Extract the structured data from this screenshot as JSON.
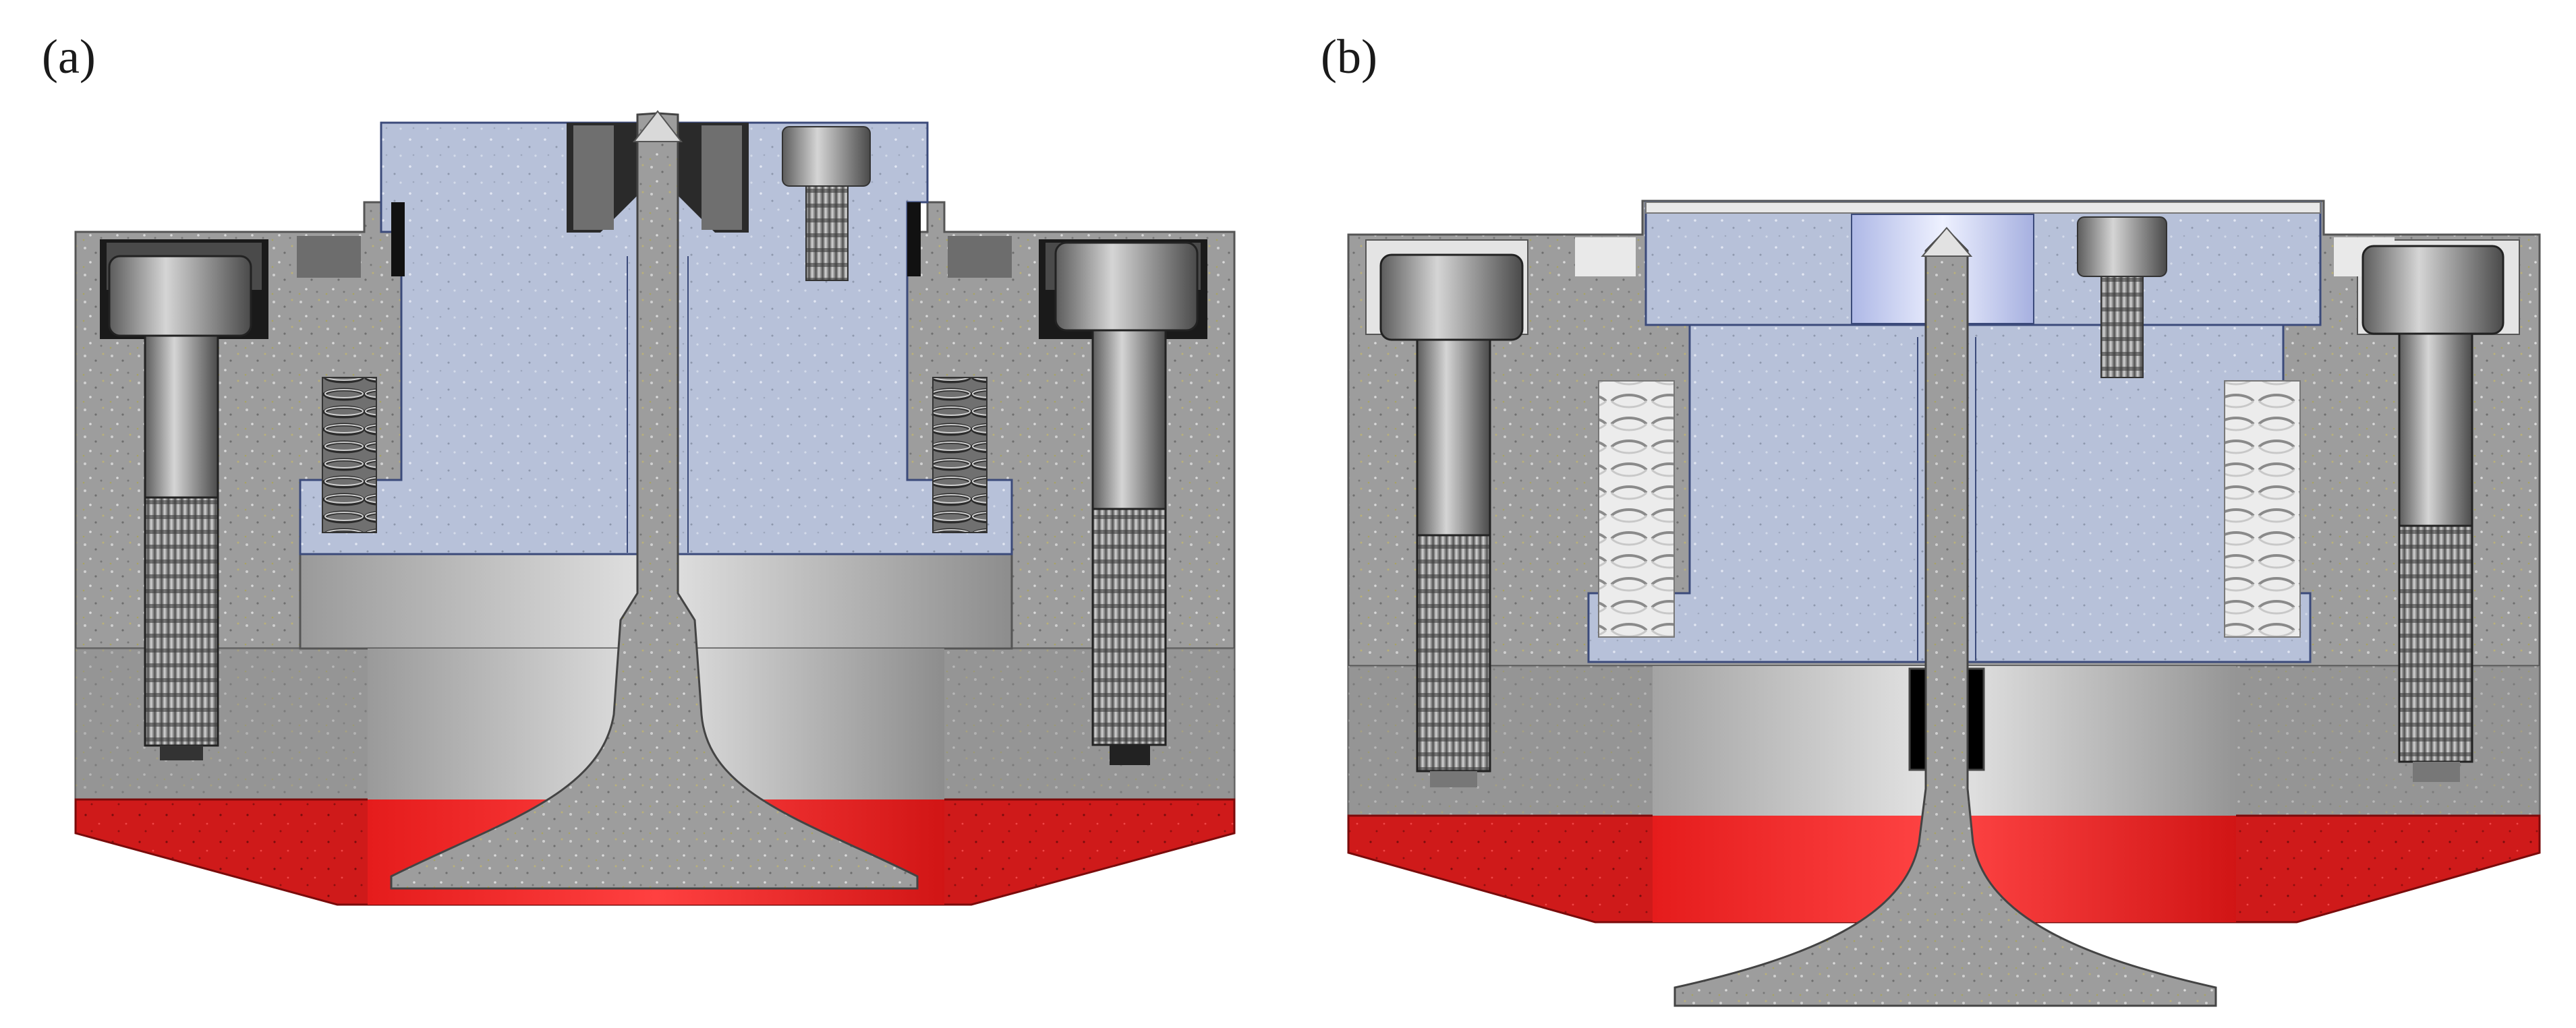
{
  "figure": {
    "panels": [
      {
        "id": "a",
        "label": "(a)",
        "state": "valve retracted"
      },
      {
        "id": "b",
        "label": "(b)",
        "state": "valve extended"
      }
    ],
    "colors": {
      "housing": "#9a9a9a",
      "lower_block": "#8c8c8c",
      "piston": "#b8c3dc",
      "seal": "#d81d1d",
      "valve": "#a9a9a9",
      "bolt": "#8a8a8a",
      "spring": "#e6e6e6",
      "cavity": "#c4c4c4",
      "bushing": "#000000"
    }
  }
}
